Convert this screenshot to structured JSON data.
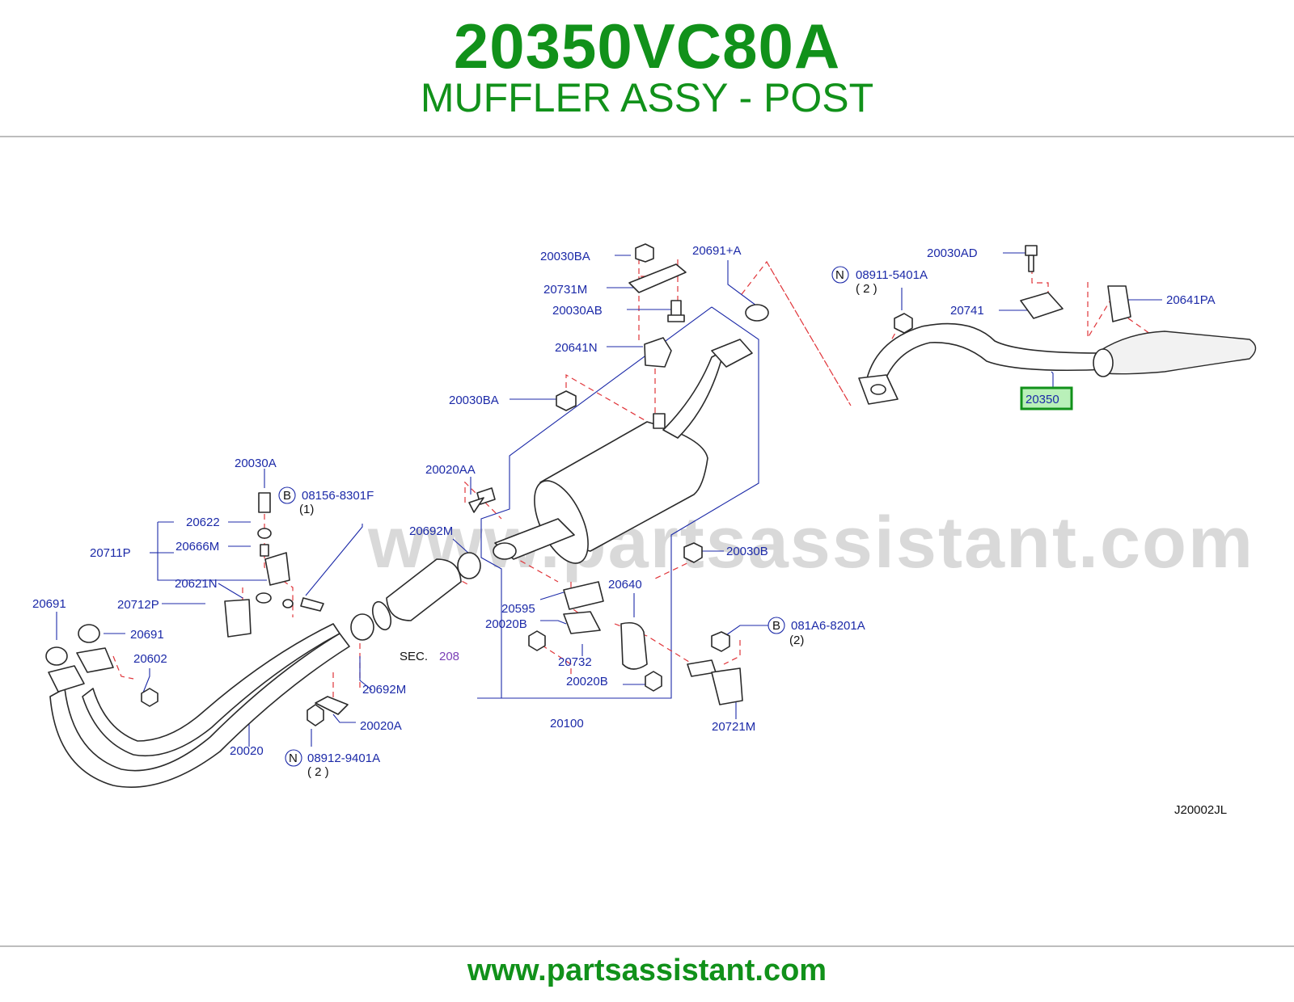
{
  "header": {
    "part_number": "20350VC80A",
    "part_name": "MUFFLER ASSY - POST"
  },
  "watermark": "www.partsassistant.com",
  "footer": {
    "url": "www.partsassistant.com"
  },
  "diagram": {
    "code": "J20002JL",
    "highlighted_part": "20350",
    "labels": {
      "l20030BA_top": "20030BA",
      "l20691A": "20691+A",
      "l20731M": "20731M",
      "l20030AB": "20030AB",
      "l20641N": "20641N",
      "l20030BA_mid": "20030BA",
      "l20030AD": "20030AD",
      "l08911": "08911-5401A",
      "l08911_qty": "( 2 )",
      "l20741": "20741",
      "l20641PA": "20641PA",
      "l20030A": "20030A",
      "l08156": "08156-8301F",
      "l08156_qty": "(1)",
      "l20622": "20622",
      "l20711P": "20711P",
      "l20666M": "20666M",
      "l20621N": "20621N",
      "l20691_a": "20691",
      "l20712P": "20712P",
      "l20691_b": "20691",
      "l20602": "20602",
      "l20020AA": "20020AA",
      "l20692M_top": "20692M",
      "l20030B": "20030B",
      "l20640": "20640",
      "l20595": "20595",
      "l20020B_a": "20020B",
      "l20732": "20732",
      "l20020B_b": "20020B",
      "l20100": "20100",
      "l081A6": "081A6-8201A",
      "l081A6_qty": "(2)",
      "l20721M": "20721M",
      "sec": "SEC.",
      "sec_ref": "208",
      "l20692M_bot": "20692M",
      "l20020A": "20020A",
      "l20020": "20020",
      "l08912": "08912-9401A",
      "l08912_qty": "( 2 )"
    },
    "markers": {
      "n": "N",
      "b": "B"
    }
  },
  "colors": {
    "accent_green": "#11911a",
    "label_blue": "#1c2aa8",
    "dash_red": "#e0353a",
    "highlight_bg": "#b9f0b9",
    "sec_ref_purple": "#7a3fb6"
  }
}
